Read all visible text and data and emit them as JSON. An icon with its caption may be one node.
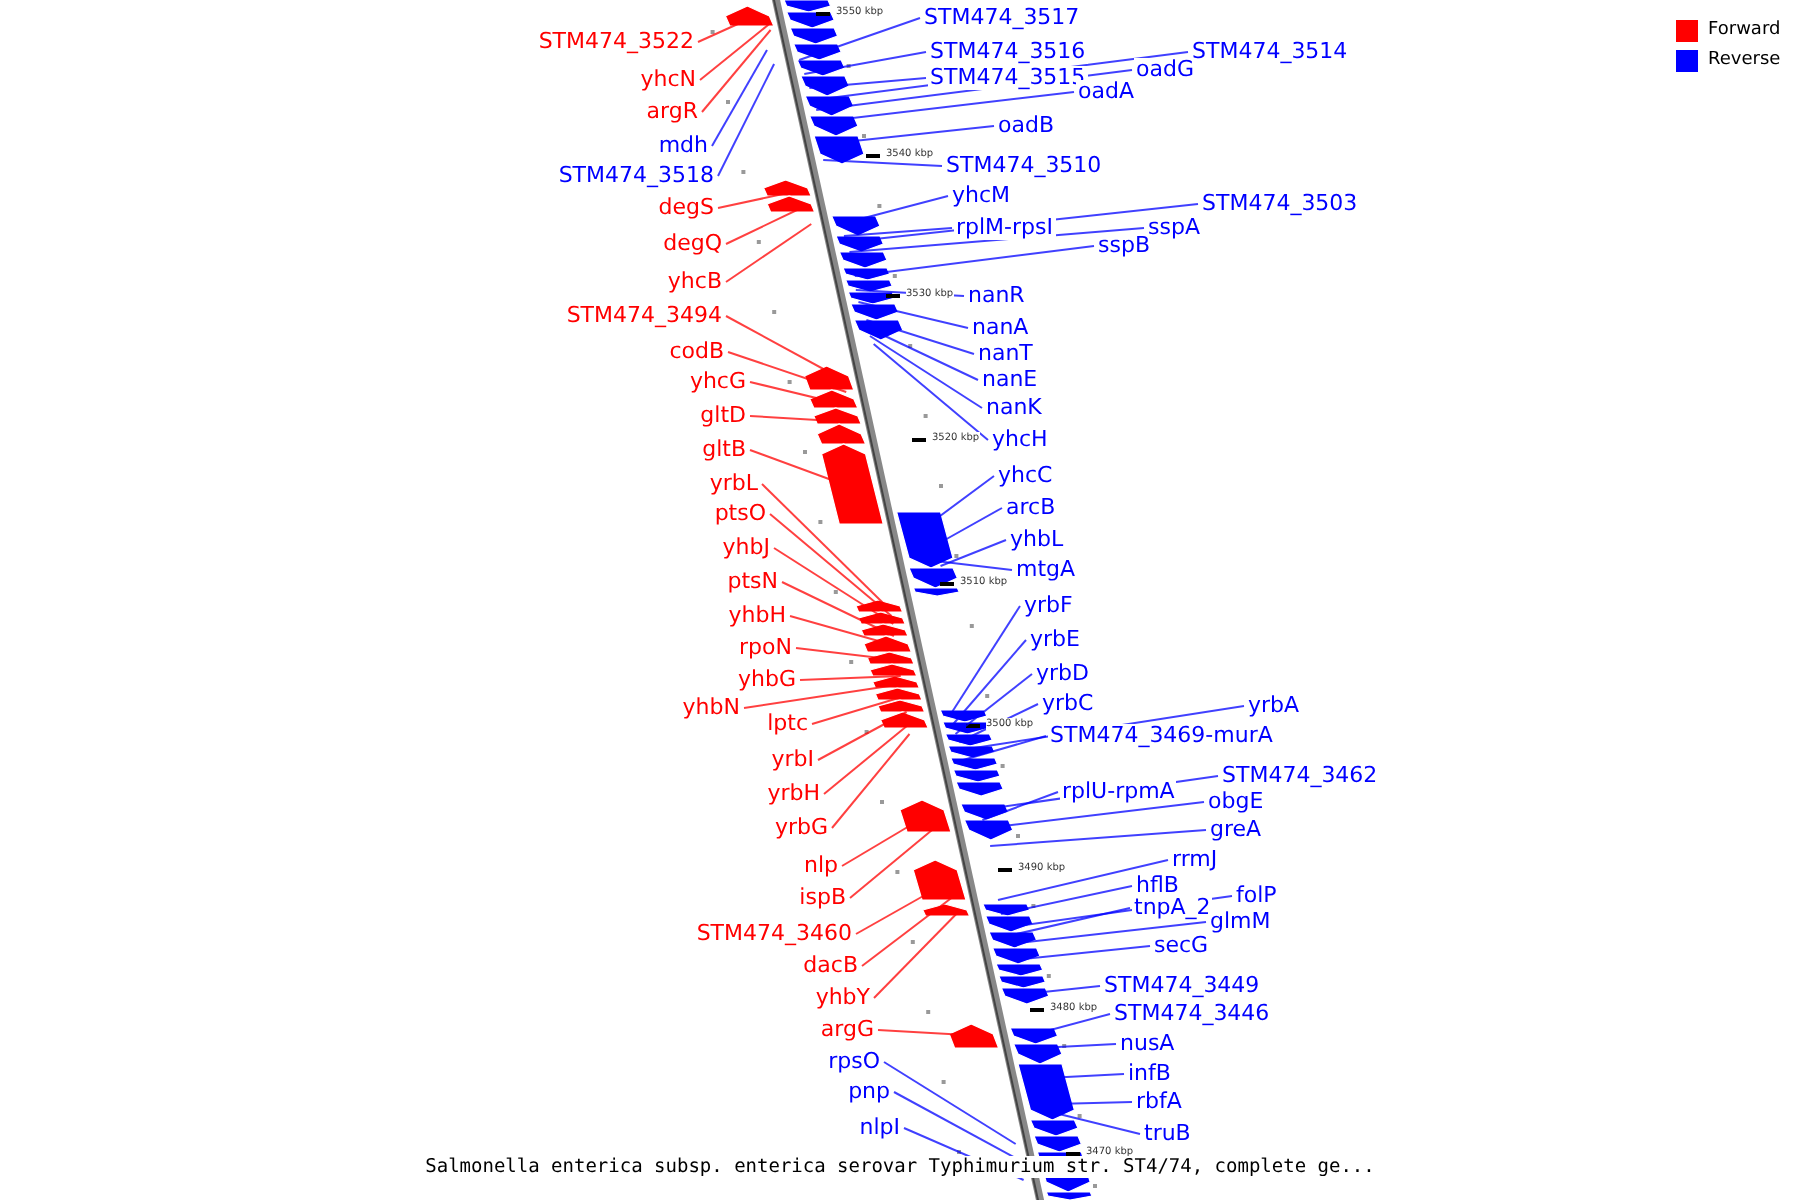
{
  "diagram": {
    "caption": "Salmonella enterica subsp. enterica serovar Typhimurium str. ST4/74, complete ge...",
    "nodes": [
      {
        "text": [
          "STM474_3522"
        ]
      },
      {
        "text": [
          "yhcN"
        ]
      },
      {
        "text": [
          "argR"
        ]
      },
      {
        "text": [
          "mdh"
        ]
      },
      {
        "text": [
          "STM474_3518"
        ]
      },
      {
        "text": [
          "degS"
        ]
      },
      {
        "text": [
          "degQ"
        ]
      },
      {
        "text": [
          "yhcB"
        ]
      },
      {
        "text": [
          "STM474_3494"
        ]
      },
      {
        "text": [
          "codB"
        ]
      },
      {
        "text": [
          "yhcG"
        ]
      },
      {
        "text": [
          "gltD"
        ]
      },
      {
        "text": [
          "gltB"
        ]
      },
      {
        "text": [
          "yrbL"
        ]
      },
      {
        "text": [
          "ptsO"
        ]
      },
      {
        "text": [
          "yhbJ"
        ]
      },
      {
        "text": [
          "ptsN"
        ]
      },
      {
        "text": [
          "yhbH"
        ]
      },
      {
        "text": [
          "rpoN"
        ]
      },
      {
        "text": [
          "yhbG"
        ]
      },
      {
        "text": [
          "yhbN"
        ]
      },
      {
        "text": [
          "lptc"
        ]
      },
      {
        "text": [
          "yrbI"
        ]
      },
      {
        "text": [
          "yrbH"
        ]
      },
      {
        "text": [
          "yrbG"
        ]
      },
      {
        "text": [
          "nlp"
        ]
      },
      {
        "text": [
          "ispB"
        ]
      },
      {
        "text": [
          "STM474_3460"
        ]
      },
      {
        "text": [
          "dacB"
        ]
      },
      {
        "text": [
          "yhbY"
        ]
      },
      {
        "text": [
          "argG"
        ]
      },
      {
        "text": [
          "rpsO"
        ]
      },
      {
        "text": [
          "pnp"
        ]
      },
      {
        "text": [
          "nlpI"
        ]
      },
      {
        "text": [
          "STM474_3517"
        ]
      },
      {
        "text": [
          "STM474_3516"
        ]
      },
      {
        "text": [
          "STM474_3515"
        ]
      },
      {
        "text": [
          "STM474_3514"
        ]
      },
      {
        "text": [
          "oadG"
        ]
      },
      {
        "text": [
          "oadA"
        ]
      },
      {
        "text": [
          "oadB"
        ]
      },
      {
        "text": [
          "STM474_3510"
        ]
      },
      {
        "text": [
          "yhcM"
        ]
      },
      {
        "text": [
          "rplM-rpsI"
        ]
      },
      {
        "text": [
          "STM474_3503"
        ]
      },
      {
        "text": [
          "sspA"
        ]
      },
      {
        "text": [
          "sspB"
        ]
      },
      {
        "text": [
          "nanR"
        ]
      },
      {
        "text": [
          "nanA"
        ]
      },
      {
        "text": [
          "nanT"
        ]
      },
      {
        "text": [
          "nanE"
        ]
      },
      {
        "text": [
          "nanK"
        ]
      },
      {
        "text": [
          "yhcH"
        ]
      },
      {
        "text": [
          "yhcC"
        ]
      },
      {
        "text": [
          "arcB"
        ]
      },
      {
        "text": [
          "yhbL"
        ]
      },
      {
        "text": [
          "mtgA"
        ]
      },
      {
        "text": [
          "yrbF"
        ]
      },
      {
        "text": [
          "yrbE"
        ]
      },
      {
        "text": [
          "yrbD"
        ]
      },
      {
        "text": [
          "yrbC"
        ]
      },
      {
        "text": [
          "yrbA"
        ]
      },
      {
        "text": [
          "STM474_3469-murA"
        ]
      },
      {
        "text": [
          "STM474_3462"
        ]
      },
      {
        "text": [
          "rplU-rpmA"
        ]
      },
      {
        "text": [
          "obgE"
        ]
      },
      {
        "text": [
          "greA"
        ]
      },
      {
        "text": [
          "rrmJ"
        ]
      },
      {
        "text": [
          "hflB"
        ]
      },
      {
        "text": [
          "folP"
        ]
      },
      {
        "text": [
          "tnpA_2"
        ]
      },
      {
        "text": [
          "glmM"
        ]
      },
      {
        "text": [
          "secG"
        ]
      },
      {
        "text": [
          "STM474_3449"
        ]
      },
      {
        "text": [
          "STM474_3446"
        ]
      },
      {
        "text": [
          "nusA"
        ]
      },
      {
        "text": [
          "infB"
        ]
      },
      {
        "text": [
          "rbfA"
        ]
      },
      {
        "text": [
          "truB"
        ]
      }
    ],
    "edges": [
      {
        "from": 0,
        "to": null,
        "arrow": "none",
        "color": "#ff0000"
      },
      {
        "from": 1,
        "to": null,
        "arrow": "none",
        "color": "#ff0000"
      },
      {
        "from": 2,
        "to": null,
        "arrow": "none",
        "color": "#ff0000"
      },
      {
        "from": 3,
        "to": null,
        "arrow": "none"
      },
      {
        "from": 4,
        "to": null,
        "arrow": "none"
      },
      {
        "from": 5,
        "to": null,
        "arrow": "none",
        "color": "#ff0000"
      },
      {
        "from": 6,
        "to": null,
        "arrow": "none",
        "color": "#ff0000"
      },
      {
        "from": 7,
        "to": null,
        "arrow": "none",
        "color": "#ff0000"
      },
      {
        "from": 8,
        "to": null,
        "arrow": "none",
        "color": "#ff0000"
      },
      {
        "from": 9,
        "to": null,
        "arrow": "none",
        "color": "#ff0000"
      },
      {
        "from": 10,
        "to": null,
        "arrow": "none",
        "color": "#ff0000"
      },
      {
        "from": 11,
        "to": null,
        "arrow": "none",
        "color": "#ff0000"
      },
      {
        "from": 12,
        "to": null,
        "arrow": "none",
        "color": "#ff0000"
      },
      {
        "from": 13,
        "to": null,
        "arrow": "none",
        "color": "#ff0000"
      },
      {
        "from": 14,
        "to": null,
        "arrow": "none",
        "color": "#ff0000"
      },
      {
        "from": 15,
        "to": null,
        "arrow": "none",
        "color": "#ff0000"
      },
      {
        "from": 16,
        "to": null,
        "arrow": "none",
        "color": "#ff0000"
      },
      {
        "from": 17,
        "to": null,
        "arrow": "none",
        "color": "#ff0000"
      },
      {
        "from": 18,
        "to": null,
        "arrow": "none",
        "color": "#ff0000"
      },
      {
        "from": 19,
        "to": null,
        "arrow": "none",
        "color": "#ff0000"
      },
      {
        "from": 20,
        "to": null,
        "arrow": "none",
        "color": "#ff0000"
      },
      {
        "from": 21,
        "to": null,
        "arrow": "none",
        "color": "#ff0000"
      },
      {
        "from": 22,
        "to": null,
        "arrow": "none",
        "color": "#ff0000"
      },
      {
        "from": 23,
        "to": null,
        "arrow": "none",
        "color": "#ff0000"
      },
      {
        "from": 24,
        "to": null,
        "arrow": "none",
        "color": "#ff0000"
      },
      {
        "from": 25,
        "to": null,
        "arrow": "none",
        "color": "#ff0000"
      },
      {
        "from": 26,
        "to": null,
        "arrow": "none",
        "color": "#ff0000"
      },
      {
        "from": 27,
        "to": null,
        "arrow": "none",
        "color": "#ff0000"
      },
      {
        "from": 28,
        "to": null,
        "arrow": "none",
        "color": "#ff0000"
      },
      {
        "from": 29,
        "to": null,
        "arrow": "none",
        "color": "#ff0000"
      },
      {
        "from": 30,
        "to": null,
        "arrow": "none",
        "color": "#ff0000"
      },
      {
        "from": 31,
        "to": null,
        "arrow": "none"
      },
      {
        "from": 32,
        "to": null,
        "arrow": "none"
      },
      {
        "from": 33,
        "to": null,
        "arrow": "none"
      },
      {
        "from": 34,
        "to": null,
        "arrow": "none"
      },
      {
        "from": 35,
        "to": null,
        "arrow": "none"
      },
      {
        "from": 36,
        "to": null,
        "arrow": "none"
      },
      {
        "from": 37,
        "to": null,
        "arrow": "none"
      },
      {
        "from": 38,
        "to": null,
        "arrow": "none"
      },
      {
        "from": 39,
        "to": null,
        "arrow": "none"
      },
      {
        "from": 40,
        "to": null,
        "arrow": "none"
      },
      {
        "from": 41,
        "to": null,
        "arrow": "none"
      },
      {
        "from": 42,
        "to": null,
        "arrow": "none"
      },
      {
        "from": 43,
        "to": null,
        "arrow": "none"
      },
      {
        "from": 44,
        "to": null,
        "arrow": "none"
      },
      {
        "from": 45,
        "to": null,
        "arrow": "none"
      },
      {
        "from": 46,
        "to": null,
        "arrow": "none"
      },
      {
        "from": 47,
        "to": null,
        "arrow": "none"
      },
      {
        "from": 48,
        "to": null,
        "arrow": "none"
      },
      {
        "from": 49,
        "to": null,
        "arrow": "none"
      },
      {
        "from": 50,
        "to": null,
        "arrow": "none"
      },
      {
        "from": 51,
        "to": null,
        "arrow": "none"
      },
      {
        "from": 52,
        "to": null,
        "arrow": "none"
      },
      {
        "from": 53,
        "to": null,
        "arrow": "none"
      },
      {
        "from": 54,
        "to": null,
        "arrow": "none"
      },
      {
        "from": 55,
        "to": null,
        "arrow": "none"
      },
      {
        "from": 56,
        "to": null,
        "arrow": "none"
      },
      {
        "from": 57,
        "to": null,
        "arrow": "none"
      },
      {
        "from": 58,
        "to": null,
        "arrow": "none"
      },
      {
        "from": 59,
        "to": null,
        "arrow": "none"
      },
      {
        "from": 60,
        "to": null,
        "arrow": "none"
      },
      {
        "from": 61,
        "to": null,
        "arrow": "none"
      },
      {
        "from": 62,
        "to": null,
        "arrow": "none"
      },
      {
        "from": 63,
        "to": null,
        "arrow": "none"
      },
      {
        "from": 64,
        "to": null,
        "arrow": "none"
      },
      {
        "from": 65,
        "to": null,
        "arrow": "none"
      },
      {
        "from": 66,
        "to": null,
        "arrow": "none"
      },
      {
        "from": 67,
        "to": null,
        "arrow": "none"
      },
      {
        "from": 68,
        "to": null,
        "arrow": "none"
      },
      {
        "from": 69,
        "to": null,
        "arrow": "none"
      },
      {
        "from": 70,
        "to": null,
        "arrow": "none"
      },
      {
        "from": 71,
        "to": null,
        "arrow": "none"
      },
      {
        "from": 72,
        "to": null,
        "arrow": "none"
      },
      {
        "from": 73,
        "to": null,
        "arrow": "none"
      },
      {
        "from": 74,
        "to": null,
        "arrow": "none"
      },
      {
        "from": 75,
        "to": null,
        "arrow": "none"
      },
      {
        "from": 76,
        "to": null,
        "arrow": "none"
      },
      {
        "from": 77,
        "to": null,
        "arrow": "none"
      },
      {
        "from": 78,
        "to": null,
        "arrow": "none"
      }
    ],
    "labels": [
      "3550 kbp",
      "3540 kbp",
      "3530 kbp",
      "3520 kbp",
      "3510 kbp",
      "3500 kbp",
      "3490 kbp",
      "3480 kbp",
      "3470 kbp"
    ],
    "legend": [
      {
        "text": "Forward",
        "color": "#ff0000"
      },
      {
        "text": "Reverse",
        "color": "#0000ff"
      }
    ]
  }
}
